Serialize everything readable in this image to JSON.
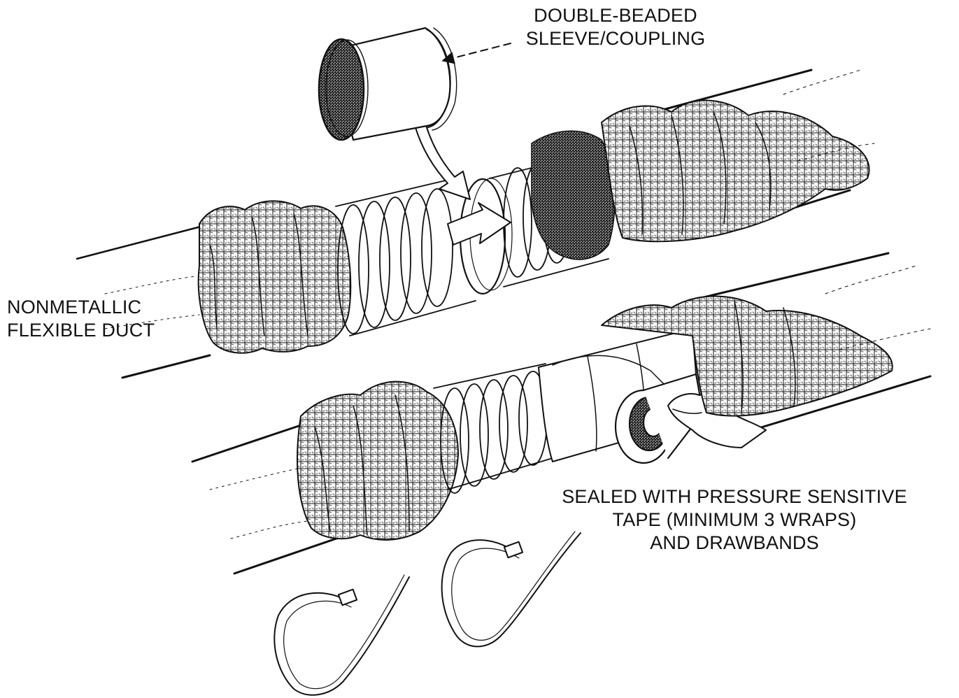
{
  "labels": {
    "coupling": [
      "DOUBLE-BEADED",
      "SLEEVE/COUPLING"
    ],
    "duct": [
      "NONMETALLIC",
      "FLEXIBLE DUCT"
    ],
    "tape": [
      "SEALED WITH PRESSURE SENSITIVE",
      "TAPE (MINIMUM 3 WRAPS)",
      "AND DRAWBANDS"
    ]
  },
  "colors": {
    "ink": "#111111",
    "background": "#ffffff",
    "shade": "#9a9a9a"
  }
}
